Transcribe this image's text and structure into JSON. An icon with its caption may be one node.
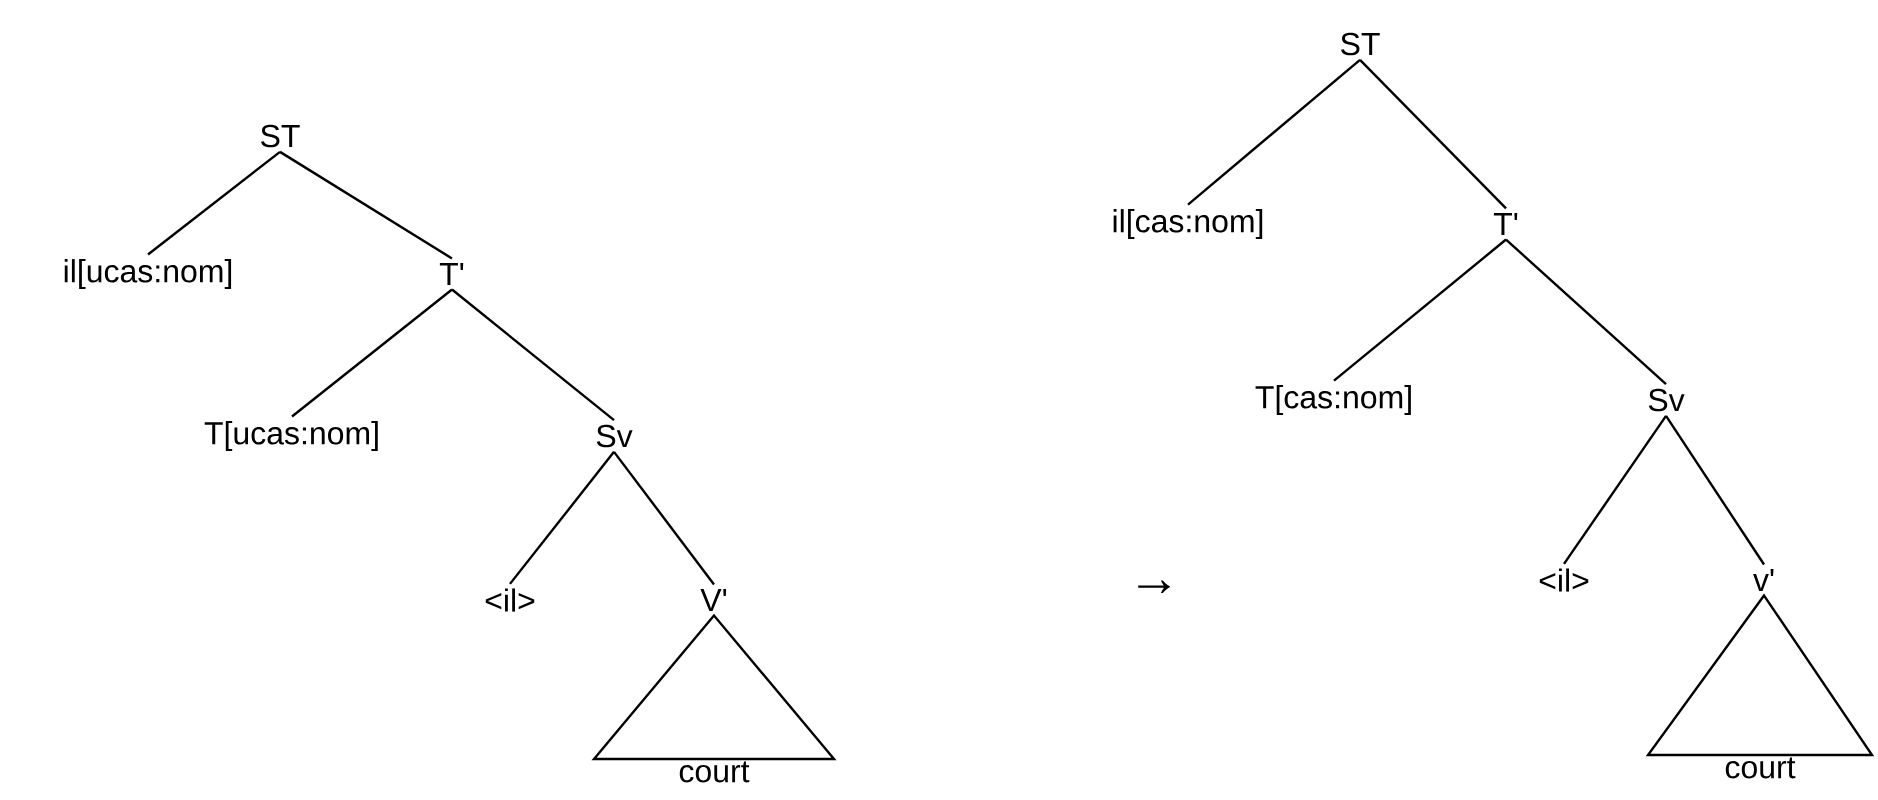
{
  "diagram": {
    "nodes": [
      {
        "text": [
          "ST"
        ]
      },
      {
        "text": [
          "il[ucas:nom]"
        ]
      },
      {
        "text": [
          "T'"
        ]
      },
      {
        "text": [
          "T[ucas:nom]"
        ]
      },
      {
        "text": [
          "Sv"
        ]
      },
      {
        "text": [
          "<il>"
        ]
      },
      {
        "text": [
          "V'"
        ]
      },
      {
        "text": [
          "court"
        ]
      },
      {
        "text": [
          "ST"
        ]
      },
      {
        "text": [
          "il[cas:nom]"
        ]
      },
      {
        "text": [
          "T'"
        ]
      },
      {
        "text": [
          "T[cas:nom]"
        ]
      },
      {
        "text": [
          "Sv"
        ]
      },
      {
        "text": [
          "<il>"
        ]
      },
      {
        "text": [
          "v'"
        ]
      },
      {
        "text": [
          "court"
        ]
      }
    ],
    "edges": [
      {
        "from": 0,
        "to": 1,
        "arrow": "none"
      },
      {
        "from": 0,
        "to": 2,
        "arrow": "none"
      },
      {
        "from": 2,
        "to": 3,
        "arrow": "none"
      },
      {
        "from": 2,
        "to": 4,
        "arrow": "none"
      },
      {
        "from": 4,
        "to": 5,
        "arrow": "none"
      },
      {
        "from": 4,
        "to": 6,
        "arrow": "none"
      },
      {
        "from": 6,
        "to": 7,
        "arrow": "none"
      },
      {
        "from": 8,
        "to": 9,
        "arrow": "none"
      },
      {
        "from": 8,
        "to": 10,
        "arrow": "none"
      },
      {
        "from": 10,
        "to": 11,
        "arrow": "none"
      },
      {
        "from": 10,
        "to": 12,
        "arrow": "none"
      },
      {
        "from": 12,
        "to": 13,
        "arrow": "none"
      },
      {
        "from": 12,
        "to": 14,
        "arrow": "none"
      },
      {
        "from": 14,
        "to": 15,
        "arrow": "none"
      }
    ],
    "labels": [
      "→"
    ]
  }
}
